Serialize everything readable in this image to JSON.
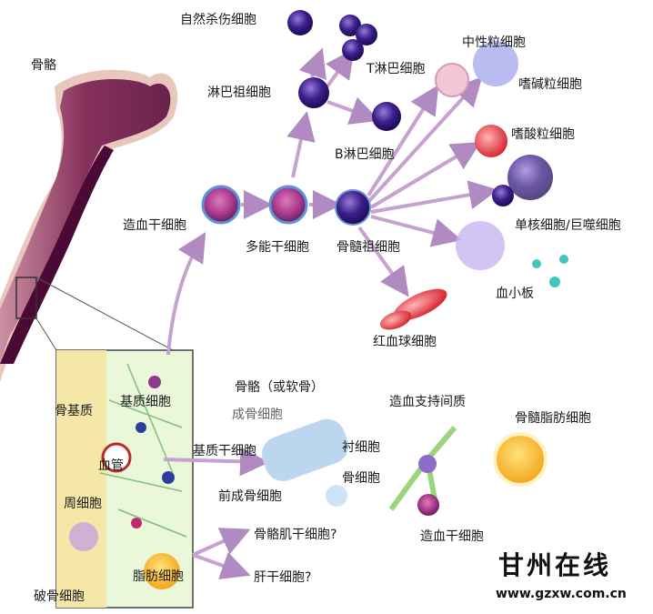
{
  "labels": {
    "bone": "骨骼",
    "nk_cell": "自然杀伤细胞",
    "lymphoid_progenitor": "淋巴祖细胞",
    "t_lymphocyte": "T淋巴细胞",
    "b_lymphocyte": "B淋巴细胞",
    "neutrophil": "中性粒细胞",
    "basophil": "嗜碱粒细胞",
    "eosinophil": "嗜酸粒细胞",
    "monocyte_macrophage": "单核细胞/巨噬细胞",
    "platelet": "血小板",
    "red_blood_cell": "红血球细胞",
    "hematopoietic_stem_cell": "造血干细胞",
    "multipotent_stem_cell": "多能干细胞",
    "myeloid_progenitor": "骨髓祖细胞",
    "bone_matrix": "骨基质",
    "stromal_cell": "基质细胞",
    "blood_vessel": "血管",
    "pericyte": "周细胞",
    "osteoclast": "破骨细胞",
    "adipocyte": "脂肪细胞",
    "bone_or_cartilage": "骨骼（或软骨）",
    "osteoblast": "成骨细胞",
    "lining_cell": "衬细胞",
    "osteocyte": "骨细胞",
    "stromal_stem_cell": "基质干细胞",
    "pre_osteoblast": "前成骨细胞",
    "skeletal_muscle_stem_cell": "骨骼肌干细胞?",
    "liver_stem_cell": "肝干细胞?",
    "hematopoietic_support_stroma": "造血支持间质",
    "marrow_adipocyte": "骨髓脂肪细胞",
    "hsc_bottom": "造血干细胞"
  },
  "watermark": {
    "name": "甘州在线",
    "url": "www.gzxw.com.cn"
  }
}
